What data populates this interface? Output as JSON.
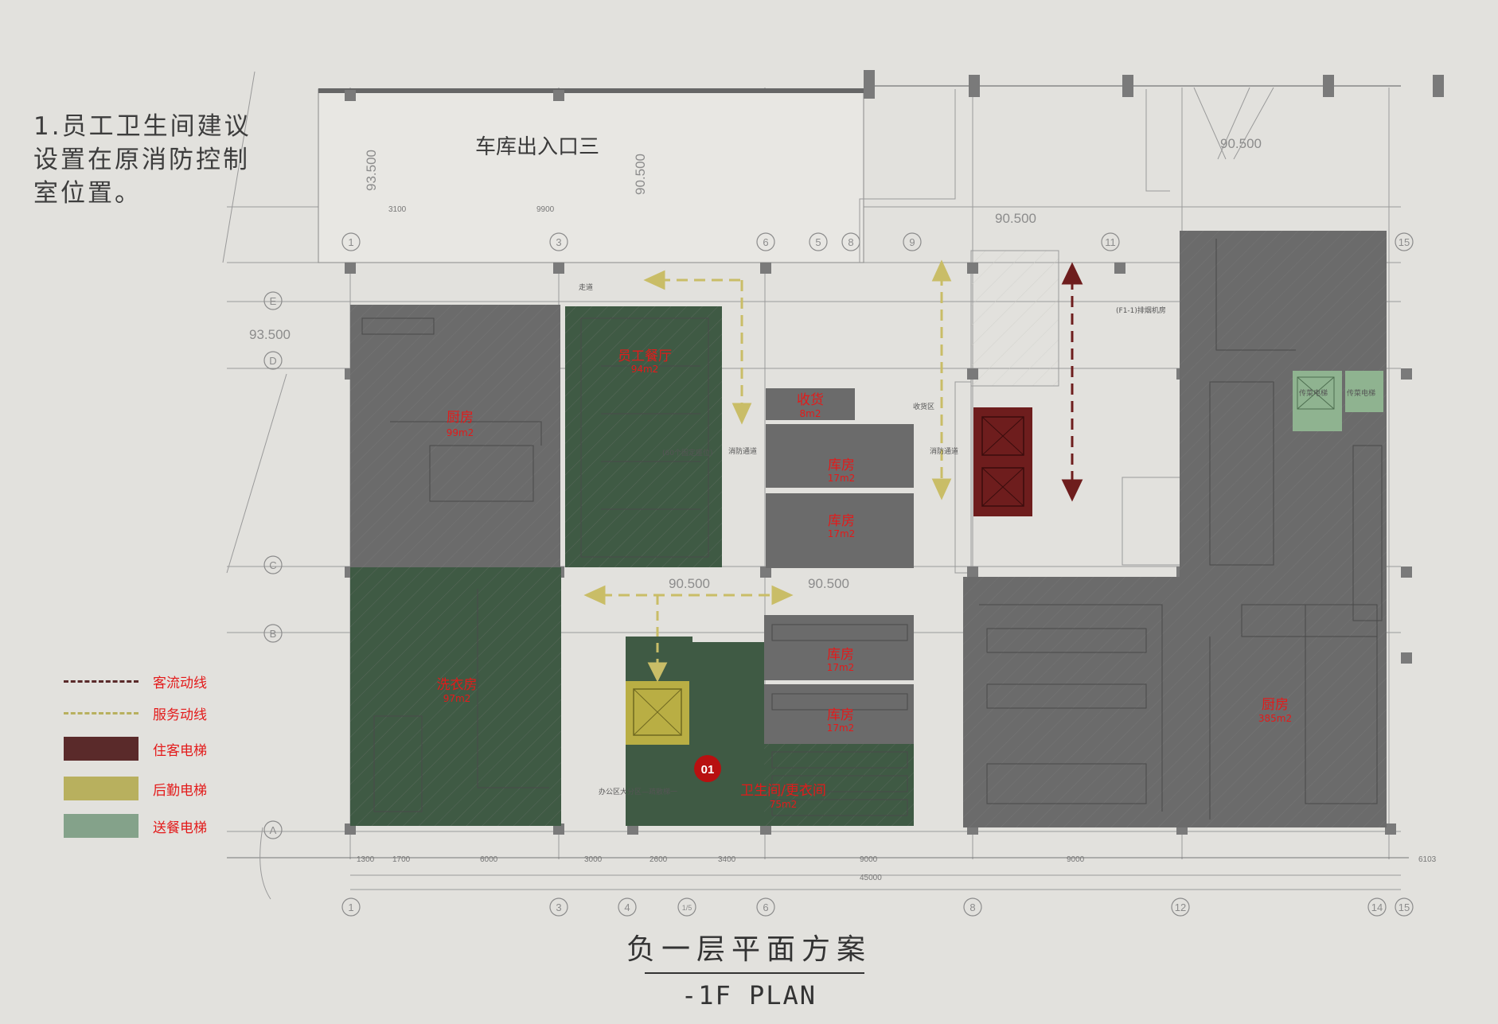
{
  "note": {
    "lines": [
      "1.员工卫生间建议",
      "设置在原消防控制",
      "室位置。"
    ]
  },
  "plan": {
    "garage_label": "车库出入口三",
    "elevations": {
      "a": "93.500",
      "b": "90.500",
      "c": "90.500",
      "d": "90.500",
      "e": "93.500",
      "f": "90.500",
      "g": "90.500"
    },
    "rooms": {
      "kitchen_left": {
        "name": "厨房",
        "area": "99m2"
      },
      "staff_dining": {
        "name": "员工餐厅",
        "area": "94m2"
      },
      "receiving": {
        "name": "收货",
        "area": "8m2"
      },
      "store_1": {
        "name": "库房",
        "area": "17m2"
      },
      "store_2": {
        "name": "库房",
        "area": "17m2"
      },
      "laundry": {
        "name": "洗衣房",
        "area": "97m2"
      },
      "store_3": {
        "name": "库房",
        "area": "17m2"
      },
      "store_4": {
        "name": "库房",
        "area": "17m2"
      },
      "restroom": {
        "name": "卫生间/更衣间",
        "area": "75m2"
      },
      "kitchen_right": {
        "name": "厨房",
        "area": "385m2"
      }
    },
    "marker": "01",
    "small_labels": {
      "seats": "(60个固定座位)",
      "fire_passage_1": "消防通道",
      "fire_passage_2": "消防通道",
      "exhaust_room": "(F1-1)排烟机房",
      "receiving_area": "收货区",
      "corridor": "走道",
      "dumbwaiter_1": "传菜电梯",
      "dumbwaiter_2": "传菜电梯",
      "office": "办公区大分区—疏散梯一"
    },
    "axes_bottom": [
      "1",
      "3",
      "4",
      "1/5",
      "6",
      "8",
      "12",
      "14",
      "15"
    ],
    "axes_top": [
      "1",
      "3",
      "6",
      "5",
      "8",
      "9",
      "11",
      "15"
    ],
    "axes_left": [
      "E",
      "D",
      "C",
      "B",
      "A"
    ],
    "dims_bottom": [
      "1300",
      "1700",
      "6000",
      "3000",
      "2600",
      "3400",
      "9000",
      "9000",
      "6103"
    ],
    "total_dim": "45000",
    "dims_top": [
      "3100",
      "9900"
    ]
  },
  "legend": {
    "items": [
      {
        "label": "客流动线",
        "kind": "line",
        "color": "#5a2a2a"
      },
      {
        "label": "服务动线",
        "kind": "line",
        "color": "#b8b05e"
      },
      {
        "label": "住客电梯",
        "kind": "swatch",
        "color": "#5a2a2a"
      },
      {
        "label": "后勤电梯",
        "kind": "swatch",
        "color": "#b8b05e"
      },
      {
        "label": "送餐电梯",
        "kind": "swatch",
        "color": "#84a28a"
      }
    ]
  },
  "title": {
    "cn": "负一层平面方案",
    "en": "-1F PLAN"
  },
  "colors": {
    "kitchen": "#6b6b6b",
    "green_zone": "#3f5a44",
    "guest_elevator": "#6e1d1d",
    "service_elevator": "#b9ae44",
    "dumbwaiter": "#8fb390",
    "label_red": "#e31a1a"
  }
}
